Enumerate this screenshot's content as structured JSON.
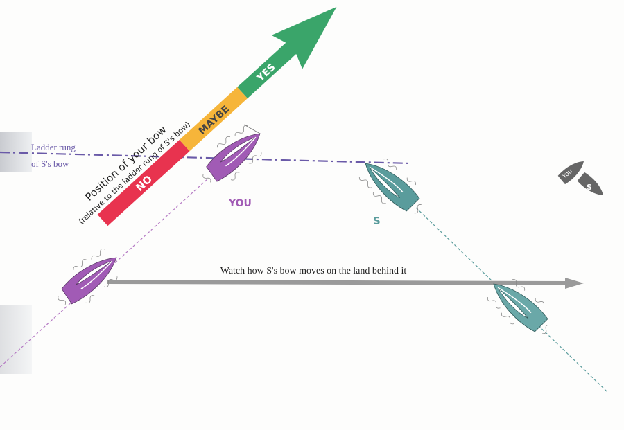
{
  "colors": {
    "you_boat": "#a15bb5",
    "s_boat": "#5a9c9c",
    "no": "#e8334f",
    "maybe": "#f6b53a",
    "yes": "#3aa56a",
    "ladder_line": "#6a5aa8",
    "watch_arrow": "#9a9a9a",
    "icon_gray": "#666666"
  },
  "ladder_label": {
    "line1": "Ladder rung",
    "line2": "of S's bow"
  },
  "bow_arrow": {
    "title": "Position of your bow",
    "subtitle": "(relative to the ladder rung of S's bow)",
    "segments": [
      "NO",
      "MAYBE",
      "YES"
    ]
  },
  "boats": {
    "you_label": "YOU",
    "s_label": "S"
  },
  "watch_caption": "Watch how S's bow moves on the land behind it",
  "legend_icon": {
    "you": "You",
    "s": "S"
  }
}
